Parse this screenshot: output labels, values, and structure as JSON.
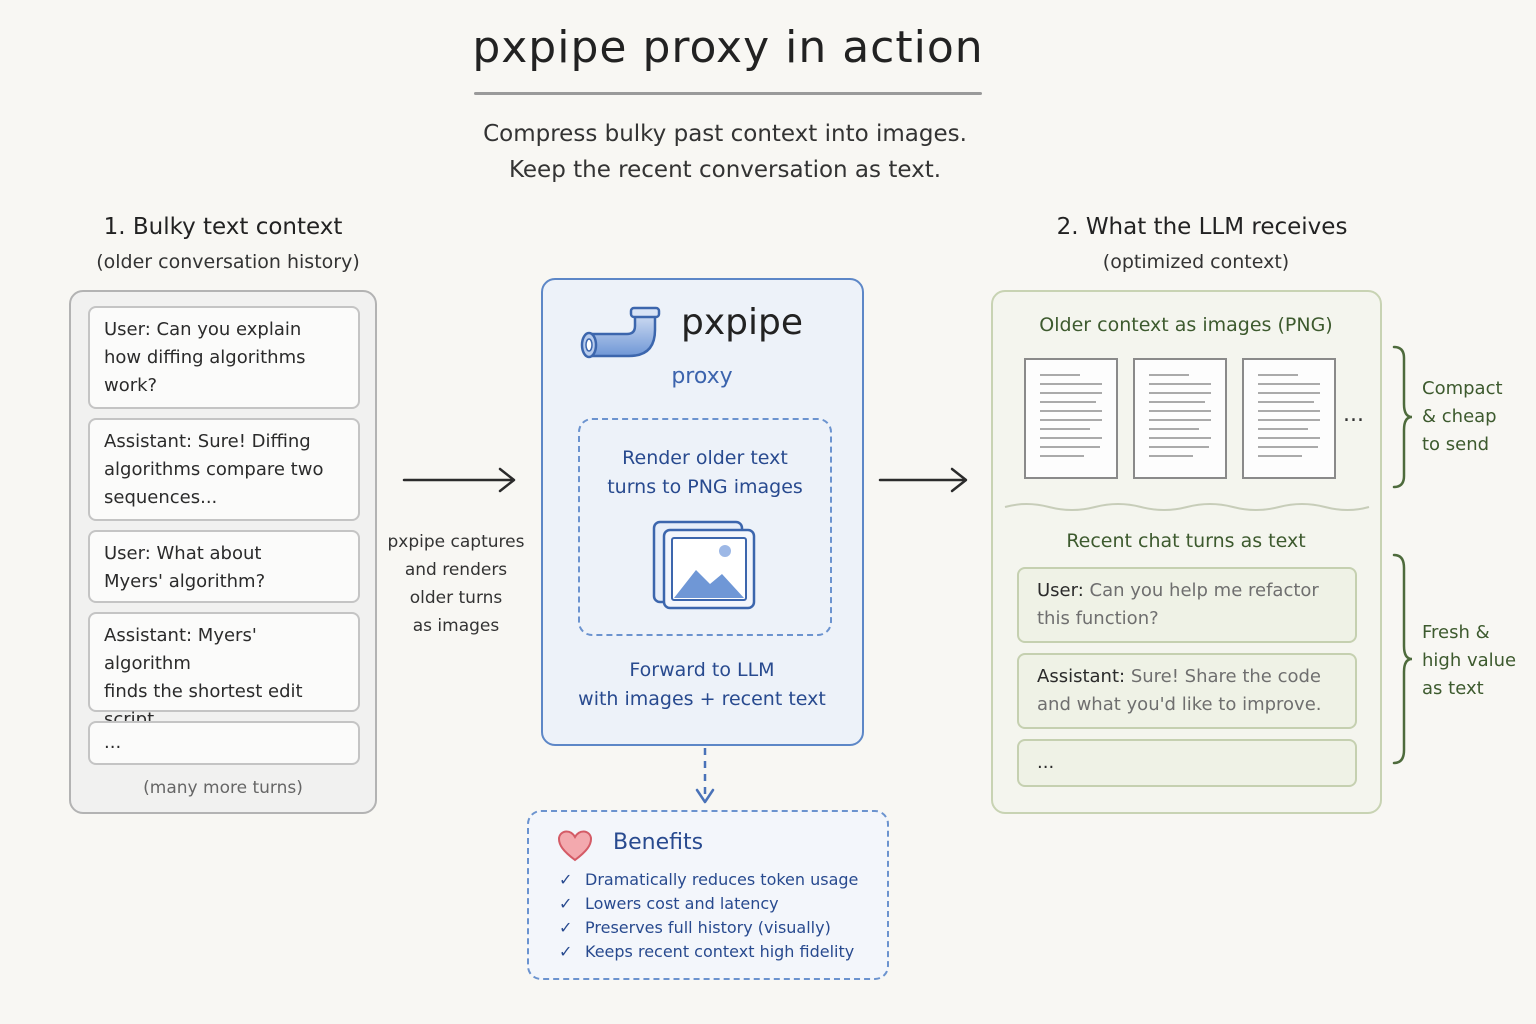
{
  "header": {
    "title": "pxpipe proxy in action",
    "subtitle_line1": "Compress bulky past context into images.",
    "subtitle_line2": "Keep the recent conversation as text."
  },
  "left": {
    "heading": "1. Bulky text context",
    "subheading": "(older conversation history)",
    "cards": [
      {
        "line1": "User: Can you explain",
        "line2": "how diffing algorithms",
        "line3": "work?"
      },
      {
        "line1": "Assistant: Sure! Diffing",
        "line2": "algorithms compare two",
        "line3": "sequences..."
      },
      {
        "line1": "User: What about",
        "line2": "Myers' algorithm?"
      },
      {
        "line1": "Assistant: Myers' algorithm",
        "line2": "finds the shortest edit",
        "line3": "script..."
      },
      {
        "line1": "..."
      }
    ],
    "more": "(many more turns)"
  },
  "middle": {
    "capture_lines": [
      "pxpipe captures",
      "and renders",
      "older turns",
      "as images"
    ],
    "logo_name": "pxpipe",
    "logo_sub": "proxy",
    "render_line1": "Render older text",
    "render_line2": "turns to PNG images",
    "forward_line1": "Forward to LLM",
    "forward_line2": "with images + recent text"
  },
  "benefits": {
    "title": "Benefits",
    "items": [
      "Dramatically reduces token usage",
      "Lowers cost and latency",
      "Preserves full history (visually)",
      "Keeps recent context high fidelity"
    ]
  },
  "right": {
    "heading": "2. What the LLM receives",
    "subheading": "(optimized context)",
    "older_label": "Older context as images (PNG)",
    "pages_more": "...",
    "recent_label": "Recent chat turns as text",
    "cards": [
      {
        "role": "User:",
        "msg1": "Can you help me refactor",
        "msg2": "this function?"
      },
      {
        "role": "Assistant:",
        "msg1": "Sure! Share the code",
        "msg2": "and what you'd like to improve."
      },
      {
        "role": "...",
        "msg1": "",
        "msg2": ""
      }
    ],
    "note_top": [
      "Compact",
      "& cheap",
      "to send"
    ],
    "note_bottom": [
      "Fresh &",
      "high value",
      "as text"
    ]
  },
  "colors": {
    "proxy_blue": "#5d87c7",
    "text_blue": "#284a8f",
    "green_text": "#3d5a2e",
    "heart_red": "#e0707a"
  },
  "icons": [
    "pipe-icon",
    "image-icon",
    "heart-icon",
    "check-icon",
    "arrow-right-icon",
    "arrow-down-icon",
    "brace-icon"
  ]
}
